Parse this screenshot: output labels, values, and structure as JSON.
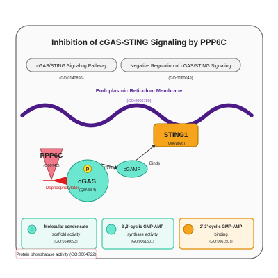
{
  "title": "Inhibition of cGAS-STING Signaling by PPP6C",
  "pathways": [
    {
      "name": "cGAS/STING Signaling Pathway",
      "go_id": "(GO:0140896)"
    },
    {
      "name": "Negative Regulation of cGAS/STING Signaling",
      "go_id": "(GO:0160049)"
    }
  ],
  "compartment": {
    "name": "Endoplasmic Reticulum Membrane",
    "go_id": "(GO:0005789)",
    "color": "#4b1a86"
  },
  "nodes": {
    "ppp6c": {
      "label": "PPP6C",
      "id": "(Q00743)",
      "color": "#f07a8a"
    },
    "cgas": {
      "label": "cGAS",
      "id": "(Q8N884)",
      "badge": "P",
      "color": "#6be6cf"
    },
    "cgamp": {
      "label": "cGAMP",
      "color": "#6be6cf"
    },
    "sting1": {
      "label": "STING1",
      "id": "(Q86WV6)",
      "color": "#f5a41b"
    }
  },
  "edges": {
    "dephosphorylates": "Dephosphorylates",
    "synthesizes": "Synthesizes",
    "binds": "Binds"
  },
  "legend": [
    {
      "title": "Molecular condensate",
      "subtitle": "scaffold activity",
      "go_id": "(GO:0140693)",
      "color": "#6be6cf",
      "border": "#3fc9a8",
      "icon": "condensate-icon"
    },
    {
      "title": "2',3'-cyclic GMP-AMP",
      "subtitle": "synthase activity",
      "go_id": "(GO:0061501)",
      "color": "#6be6cf",
      "border": "#3fc9a8",
      "icon": "cgamp-synthase-icon"
    },
    {
      "title": "2',3'-cyclic GMP-AMP",
      "subtitle": "binding",
      "go_id": "(GO:0061507)",
      "color": "#f5a41b",
      "border": "#e08a00",
      "icon": "cgamp-binding-icon"
    }
  ],
  "footer_label": "Protein phosphatase activity (GO:0004722)"
}
